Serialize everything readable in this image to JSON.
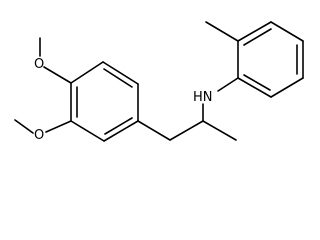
{
  "molecule": {
    "labels": {
      "nh": "HN",
      "o_top": "O",
      "o_bottom": "O"
    },
    "colors": {
      "bond": "#000000",
      "text": "#000000",
      "background": "#ffffff"
    }
  }
}
